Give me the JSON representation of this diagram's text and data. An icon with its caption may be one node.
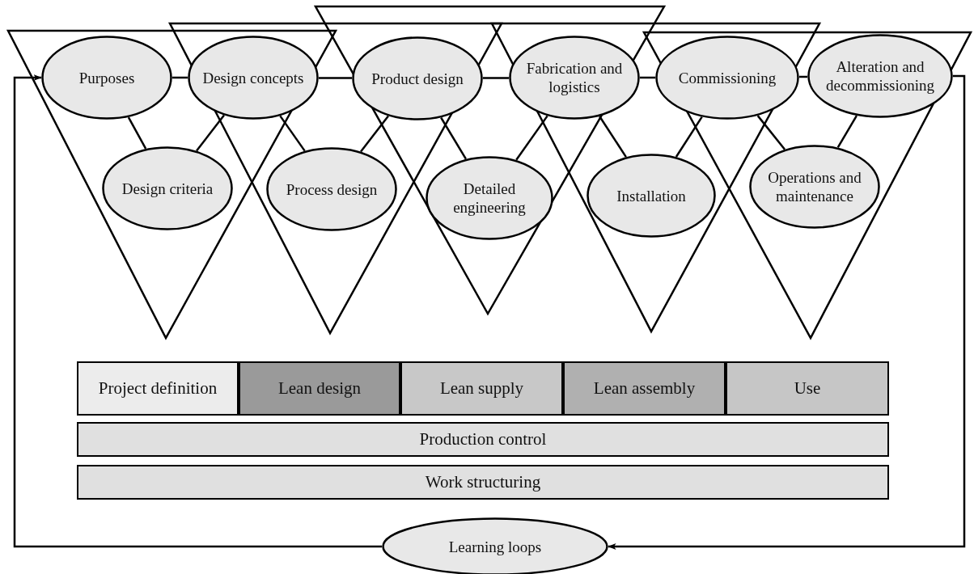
{
  "diagram": {
    "nodes": [
      {
        "text": [
          "Purposes"
        ]
      },
      {
        "text": [
          "Design concepts"
        ]
      },
      {
        "text": [
          "Product design"
        ]
      },
      {
        "text": [
          "Fabrication and logistics"
        ]
      },
      {
        "text": [
          "Commissioning"
        ]
      },
      {
        "text": [
          "Alteration and decommissioning"
        ]
      },
      {
        "text": [
          "Design criteria"
        ]
      },
      {
        "text": [
          "Process design"
        ]
      },
      {
        "text": [
          "Detailed engineering"
        ]
      },
      {
        "text": [
          "Installation"
        ]
      },
      {
        "text": [
          "Operations and maintenance"
        ]
      },
      {
        "text": [
          "Project definition"
        ]
      },
      {
        "text": [
          "Lean design"
        ]
      },
      {
        "text": [
          "Lean supply"
        ]
      },
      {
        "text": [
          "Lean assembly"
        ]
      },
      {
        "text": [
          "Use"
        ]
      },
      {
        "text": [
          "Production control"
        ]
      },
      {
        "text": [
          "Work structuring"
        ]
      },
      {
        "text": [
          "Learning loops"
        ]
      }
    ],
    "edges": [
      {
        "from": 0,
        "to": 1,
        "arrow": "none"
      },
      {
        "from": 1,
        "to": 2,
        "arrow": "none"
      },
      {
        "from": 2,
        "to": 3,
        "arrow": "none"
      },
      {
        "from": 3,
        "to": 4,
        "arrow": "none"
      },
      {
        "from": 4,
        "to": 5,
        "arrow": "none"
      },
      {
        "from": 0,
        "to": 6,
        "arrow": "none"
      },
      {
        "from": 6,
        "to": 1,
        "arrow": "none"
      },
      {
        "from": 1,
        "to": 7,
        "arrow": "none"
      },
      {
        "from": 7,
        "to": 2,
        "arrow": "none"
      },
      {
        "from": 2,
        "to": 8,
        "arrow": "none"
      },
      {
        "from": 8,
        "to": 3,
        "arrow": "none"
      },
      {
        "from": 3,
        "to": 9,
        "arrow": "none"
      },
      {
        "from": 9,
        "to": 4,
        "arrow": "none"
      },
      {
        "from": 4,
        "to": 10,
        "arrow": "none"
      },
      {
        "from": 10,
        "to": 5,
        "arrow": "none"
      },
      {
        "from": 5,
        "to": 18,
        "arrow": "to"
      },
      {
        "from": 18,
        "to": 0,
        "arrow": "to"
      }
    ]
  }
}
